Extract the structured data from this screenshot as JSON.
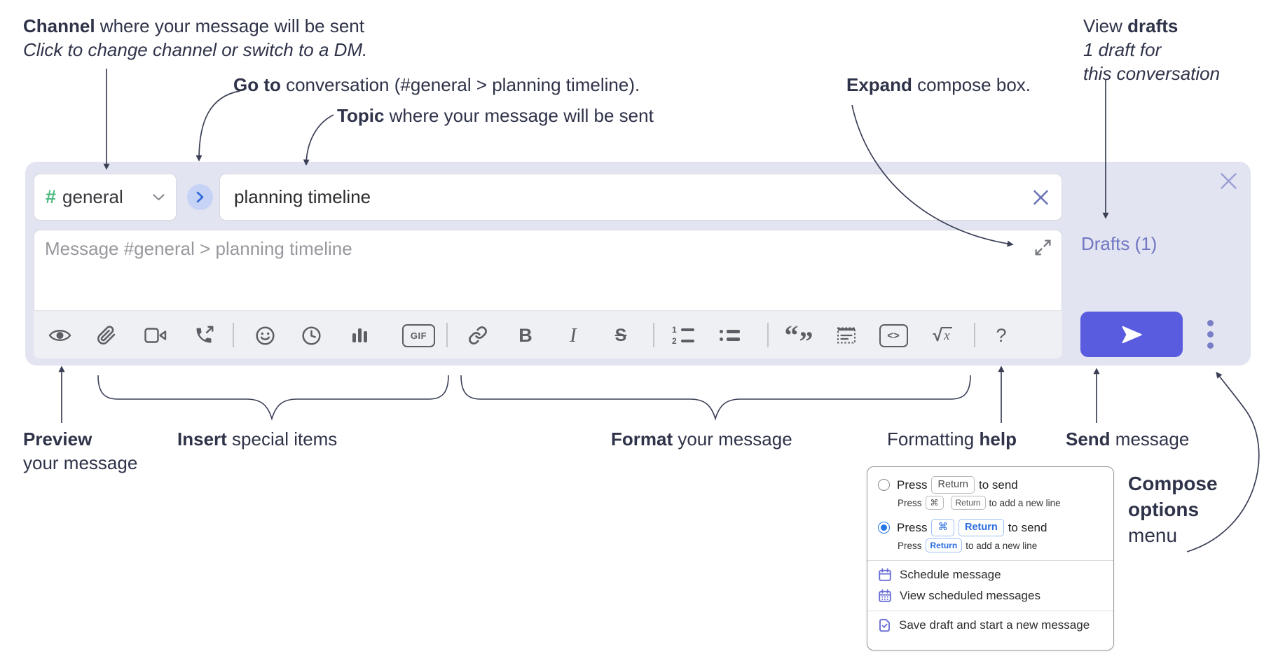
{
  "annotations": {
    "channel_bold": "Channel",
    "channel_rest": " where your message will be sent",
    "channel_sub": "Click to change channel or switch to a DM.",
    "goto_bold": "Go to",
    "goto_rest": " conversation (#general > planning timeline).",
    "topic_bold": "Topic",
    "topic_rest": " where your message will be sent",
    "expand_bold": "Expand",
    "expand_rest": " compose box.",
    "drafts_pre": "View ",
    "drafts_bold": "drafts",
    "drafts_line2": "1 draft for",
    "drafts_line3": "this conversation",
    "preview_bold": "Preview",
    "preview_rest": "your message",
    "insert_bold": "Insert",
    "insert_rest": " special items",
    "format_bold": "Format",
    "format_rest": " your message",
    "help_pre": "Formatting ",
    "help_bold": "help",
    "send_bold": "Send",
    "send_rest": " message",
    "compose_opts_line1": "Compose",
    "compose_opts_line2": "options",
    "compose_opts_line3": "menu"
  },
  "compose": {
    "channel_hash": "#",
    "channel_name": "general",
    "topic_value": "planning timeline",
    "message_placeholder": "Message #general > planning timeline",
    "drafts_link": "Drafts (1)",
    "toolbar_labels": {
      "gif": "GIF",
      "bold": "B",
      "italic": "I",
      "strike": "S",
      "ol1": "1",
      "ol2": "2",
      "quote_open": "“",
      "quote_close": "”",
      "code": "<>",
      "sqrt": "√",
      "x": "x",
      "help": "?"
    }
  },
  "menu": {
    "opt1_press": "Press",
    "opt1_key": "Return",
    "opt1_suffix": "to send",
    "opt1_sub_press": "Press",
    "opt1_sub_key1": "⌘",
    "opt1_sub_key2": "Return",
    "opt1_sub_suffix": "to add a new line",
    "opt2_press": "Press",
    "opt2_key1": "⌘",
    "opt2_key2": "Return",
    "opt2_suffix": "to send",
    "opt2_sub_press": "Press",
    "opt2_sub_key": "Return",
    "opt2_sub_suffix": "to add a new line",
    "item_schedule": "Schedule message",
    "item_view_scheduled": "View scheduled messages",
    "item_save_draft": "Save draft and start a new message"
  },
  "colors": {
    "compose_bg": "#e2e4f1",
    "accent_send": "#5a5ce0",
    "hash_green": "#4cb97f",
    "drafts_link": "#7176c3",
    "kbd_blue": "#2b6ce0",
    "annotation_text": "#2f3349"
  }
}
